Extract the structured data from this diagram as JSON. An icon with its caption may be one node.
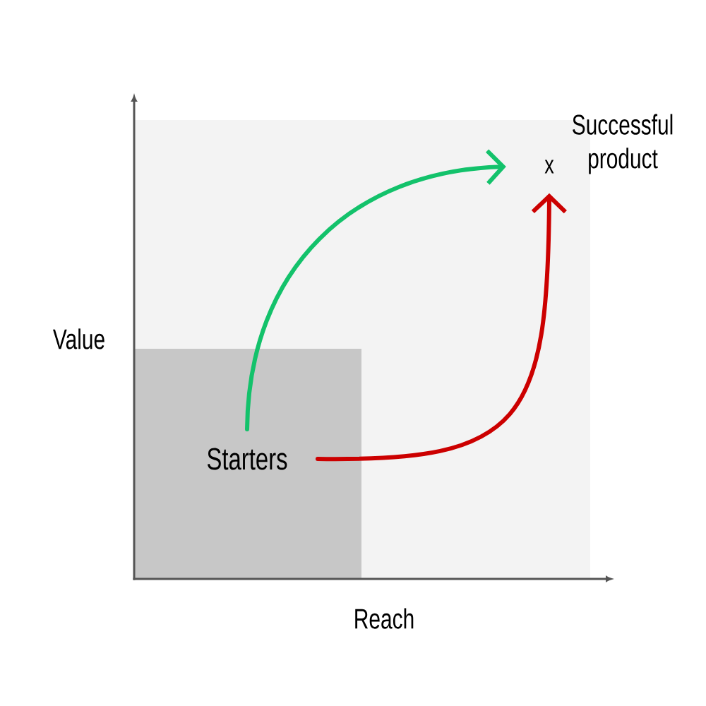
{
  "diagram": {
    "nodes": [
      {
        "text": [],
        "shape": "box"
      },
      {
        "text": [],
        "shape": "box",
        "in": 0
      },
      {
        "text": [
          "Starters"
        ],
        "in": 1
      },
      {
        "text": [
          "x"
        ],
        "in": 0,
        "beside": [
          "Successful product"
        ]
      }
    ],
    "edges": [
      {
        "from": 2,
        "to": 3,
        "arrow": "to",
        "color": "#13c26b"
      },
      {
        "from": 2,
        "to": 3,
        "arrow": "to",
        "color": "#cc0000"
      }
    ],
    "labels": [
      "Value",
      "Reach"
    ]
  }
}
